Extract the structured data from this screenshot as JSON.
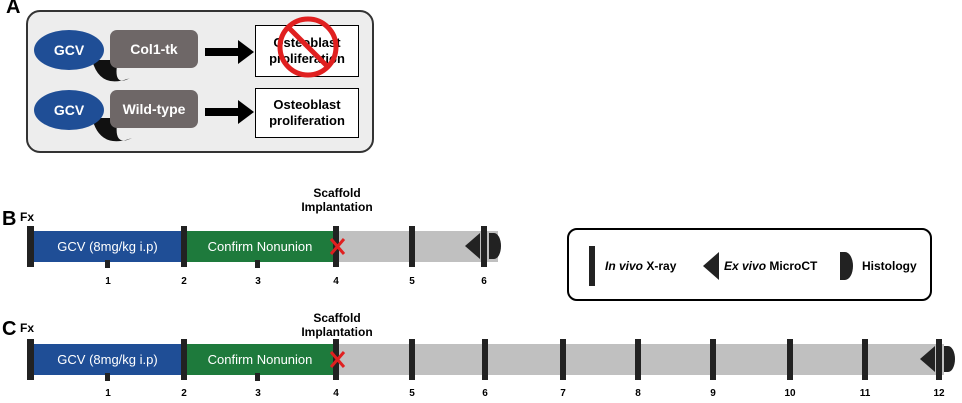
{
  "panel_labels": {
    "a": "A",
    "b": "B",
    "c": "C"
  },
  "schema": {
    "row1": {
      "drug": "GCV",
      "genotype": "Col1-tk",
      "outcome_line1": "Osteoblast",
      "outcome_line2": "proliferation",
      "blocked": true
    },
    "row2": {
      "drug": "GCV",
      "genotype": "Wild-type",
      "outcome_line1": "Osteoblast",
      "outcome_line2": "proliferation",
      "blocked": false
    }
  },
  "timeline_b": {
    "fx_label": "Fx",
    "implant_line1": "Scaffold",
    "implant_line2": "Implantation",
    "gcv_label": "GCV (8mg/kg i.p)",
    "nonunion_label": "Confirm Nonunion",
    "weeks": [
      "1",
      "2",
      "3",
      "4",
      "5",
      "6"
    ]
  },
  "timeline_c": {
    "fx_label": "Fx",
    "implant_line1": "Scaffold",
    "implant_line2": "Implantation",
    "gcv_label": "GCV (8mg/kg i.p)",
    "nonunion_label": "Confirm Nonunion",
    "weeks": [
      "1",
      "2",
      "3",
      "4",
      "5",
      "6",
      "7",
      "8",
      "9",
      "10",
      "11",
      "12"
    ]
  },
  "legend": {
    "xray_italic": "In vivo",
    "xray_rest": " X-ray",
    "microct_italic": "Ex vivo",
    "microct_rest": " MicroCT",
    "histology": "Histology"
  },
  "colors": {
    "gcv_blue": "#1f4e96",
    "nonunion_green": "#1e7a3c",
    "post_gray": "#c0c0c0",
    "genotype_gray": "#6e6767",
    "red_mark": "#e02020"
  }
}
